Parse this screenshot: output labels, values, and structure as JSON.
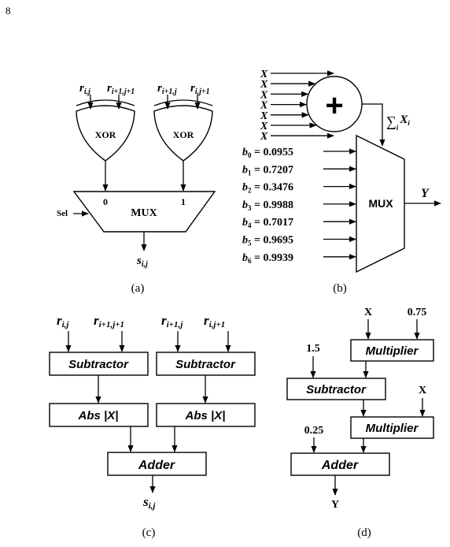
{
  "page_number": "8",
  "panel_a": {
    "caption": "(a)",
    "xor1_inputs": [
      "r",
      "i,j",
      "r",
      "i+1,j+1"
    ],
    "xor2_inputs": [
      "r",
      "i+1,j",
      "r",
      "i,j+1"
    ],
    "xor_label": "XOR",
    "mux_label": "MUX",
    "mux_in0": "0",
    "mux_in1": "1",
    "sel_label": "Sel",
    "output": [
      "s",
      "i,j"
    ]
  },
  "panel_b": {
    "caption": "(b)",
    "x_input": "X",
    "x_count": 7,
    "adder_symbol": "+",
    "sum_label": [
      "∑",
      "i",
      "X",
      "i"
    ],
    "constants": [
      {
        "name": "b",
        "sub": "0",
        "value": " = 0.0955"
      },
      {
        "name": "b",
        "sub": "1",
        "value": " = 0.7207"
      },
      {
        "name": "b",
        "sub": "2",
        "value": " = 0.3476"
      },
      {
        "name": "b",
        "sub": "3",
        "value": " = 0.9988"
      },
      {
        "name": "b",
        "sub": "4",
        "value": " = 0.7017"
      },
      {
        "name": "b",
        "sub": "5",
        "value": " = 0.9695"
      },
      {
        "name": "b",
        "sub": "6",
        "value": " = 0.9939"
      }
    ],
    "mux_label": "MUX",
    "output": "Y"
  },
  "panel_c": {
    "caption": "(c)",
    "inputs": [
      [
        "r",
        "i,j"
      ],
      [
        "r",
        "i+1,j+1"
      ],
      [
        "r",
        "i+1,j"
      ],
      [
        "r",
        "i,j+1"
      ]
    ],
    "subtractor": "Subtractor",
    "abs": "Abs |X|",
    "adder": "Adder",
    "output": [
      "s",
      "i,j"
    ]
  },
  "panel_d": {
    "caption": "(d)",
    "x1": "X",
    "c075": "0.75",
    "multiplier": "Multiplier",
    "c15": "1.5",
    "subtractor": "Subtractor",
    "x2": "X",
    "c025": "0.25",
    "adder": "Adder",
    "output": "Y"
  }
}
